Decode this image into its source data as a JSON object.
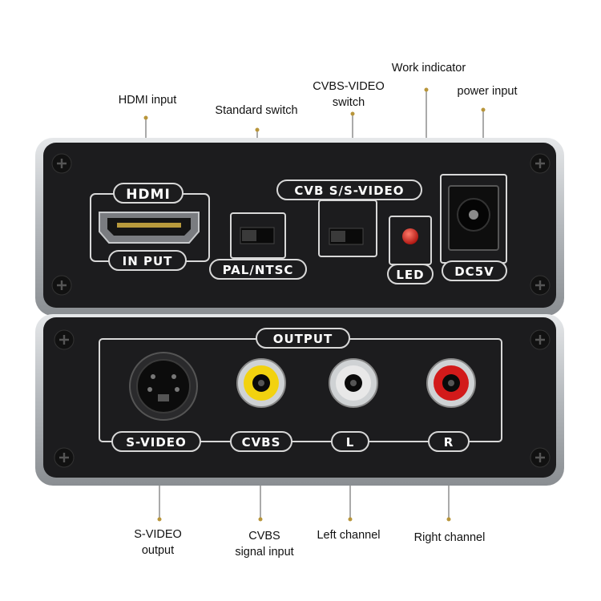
{
  "callouts": {
    "hdmi_input": "HDMI input",
    "standard_switch": "Standard switch",
    "cvbs_video_switch_line1": "CVBS-VIDEO",
    "cvbs_video_switch_line2": "switch",
    "work_indicator": "Work indicator",
    "power_input": "power input",
    "svideo_output_line1": "S-VIDEO",
    "svideo_output_line2": "output",
    "cvbs_signal_line1": "CVBS",
    "cvbs_signal_line2": "signal input",
    "left_channel": "Left channel",
    "right_channel": "Right channel"
  },
  "front_panel": {
    "hdmi_label": "HDMI",
    "input_label": "IN PUT",
    "pal_ntsc_label": "PAL/NTSC",
    "cvbs_svideo_label": "CVB S/S-VIDEO",
    "led_label": "LED",
    "dc5v_label": "DC5V"
  },
  "back_panel": {
    "output_label": "OUTPUT",
    "svideo_label": "S-VIDEO",
    "cvbs_label": "CVBS",
    "l_label": "L",
    "r_label": "R"
  },
  "colors": {
    "callout_dot": "#b8953a",
    "panel": "#1c1c1e",
    "rca_yellow": "#f2d20f",
    "rca_white": "#e8e8e8",
    "rca_red": "#d21a1a",
    "led_red": "#e0201a"
  }
}
